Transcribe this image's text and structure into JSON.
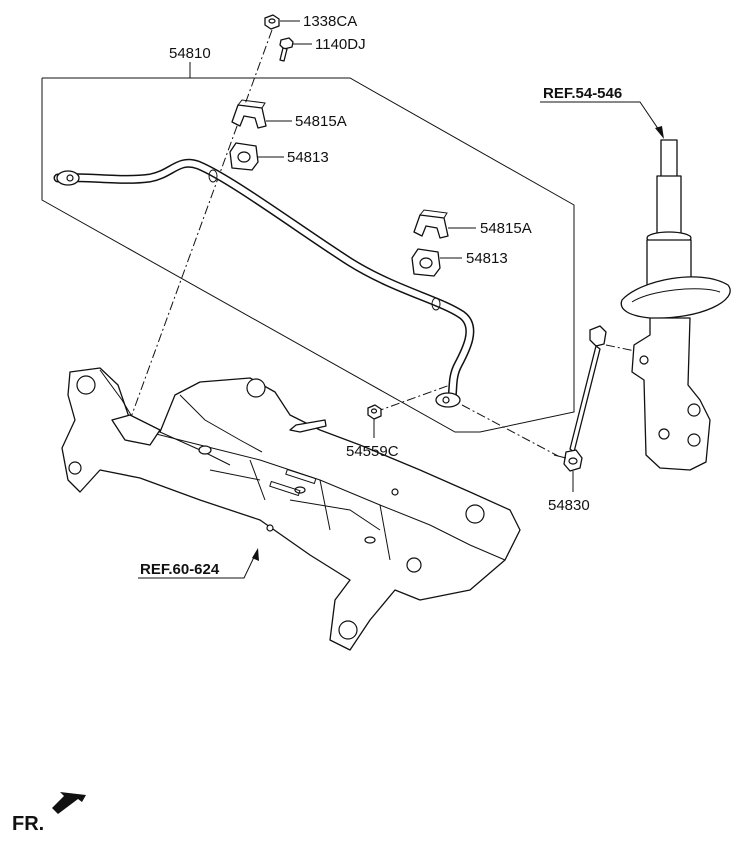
{
  "labels": {
    "p1338CA": "1338CA",
    "p1140DJ": "1140DJ",
    "p54810": "54810",
    "p54815A_1": "54815A",
    "p54813_1": "54813",
    "p54815A_2": "54815A",
    "p54813_2": "54813",
    "p54559C": "54559C",
    "p54830": "54830"
  },
  "refs": {
    "strut": "REF.54-546",
    "crossmember": "REF.60-624"
  },
  "orientation": {
    "front_label": "FR."
  },
  "icons": {
    "front_arrow": "arrow-front-icon"
  }
}
